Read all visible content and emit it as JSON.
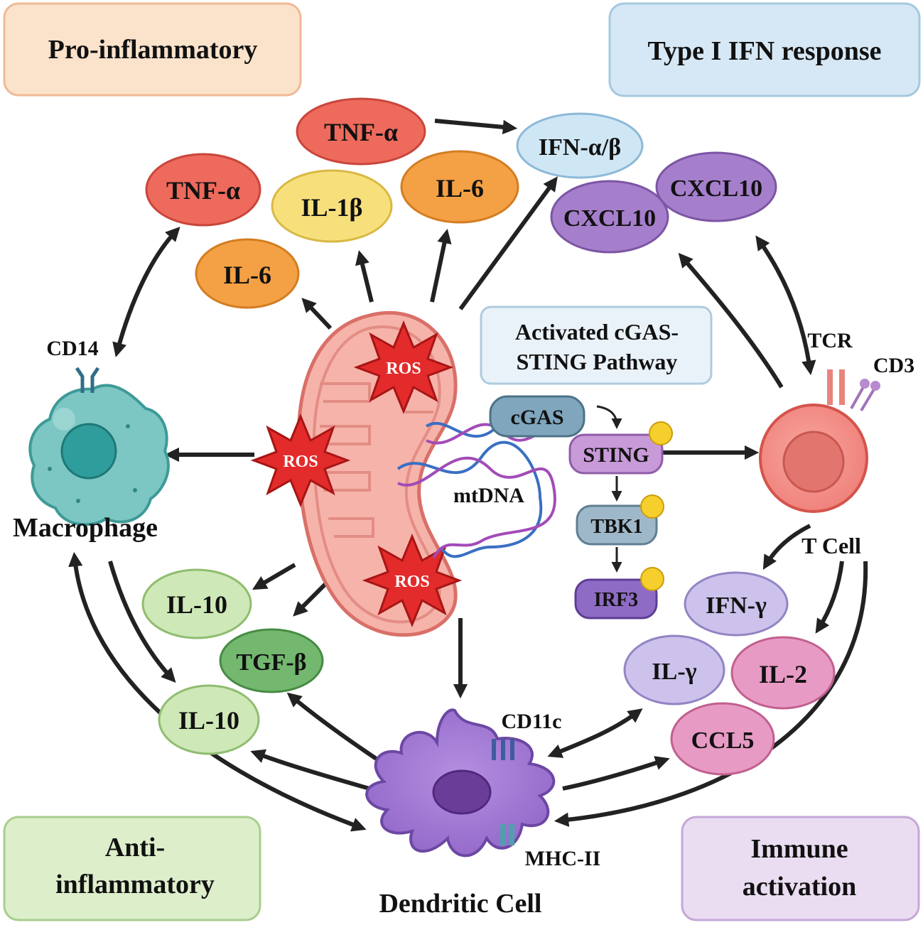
{
  "corners": {
    "pro_inflammatory": "Pro-inflammatory",
    "type1_ifn": "Type I IFN response",
    "anti_inflammatory_1": "Anti-",
    "anti_inflammatory_2": "inflammatory",
    "immune_activation_1": "Immune",
    "immune_activation_2": "activation"
  },
  "cells": {
    "macrophage": "Macrophage",
    "t_cell": "T Cell",
    "dendritic_cell": "Dendritic Cell"
  },
  "markers": {
    "cd14": "CD14",
    "tcr": "TCR",
    "cd3": "CD3",
    "cd11c": "CD11c",
    "mhc2": "MHC-II"
  },
  "mito": {
    "ros": "ROS",
    "mtdna": "mtDNA"
  },
  "pathway": {
    "title_1": "Activated cGAS-",
    "title_2": "STING Pathway",
    "cgas": "cGAS",
    "sting": "STING",
    "tbk1": "TBK1",
    "irf3": "IRF3"
  },
  "cytokines": {
    "tnf_top": "TNF-α",
    "tnf_left": "TNF-α",
    "il1b": "IL-1β",
    "il6_top": "IL-6",
    "il6_left": "IL-6",
    "ifn_ab": "IFN-α/β",
    "cxcl10_back": "CXCL10",
    "cxcl10_front": "CXCL10",
    "il10_upper": "IL-10",
    "il10_lower": "IL-10",
    "tgfb": "TGF-β",
    "ifn_g": "IFN-γ",
    "il_g": "IL-γ",
    "il2": "IL-2",
    "ccl5": "CCL5"
  },
  "colors": {
    "red": "#ee6a5c",
    "orange": "#f4a044",
    "yellow": "#f7e07c",
    "blue": "#cfe6f5",
    "purple": "#a67fcc",
    "lavender": "#cdc2eb",
    "pink": "#e79ac4",
    "green_light": "#cfe8b8",
    "green_dark": "#74b870"
  }
}
